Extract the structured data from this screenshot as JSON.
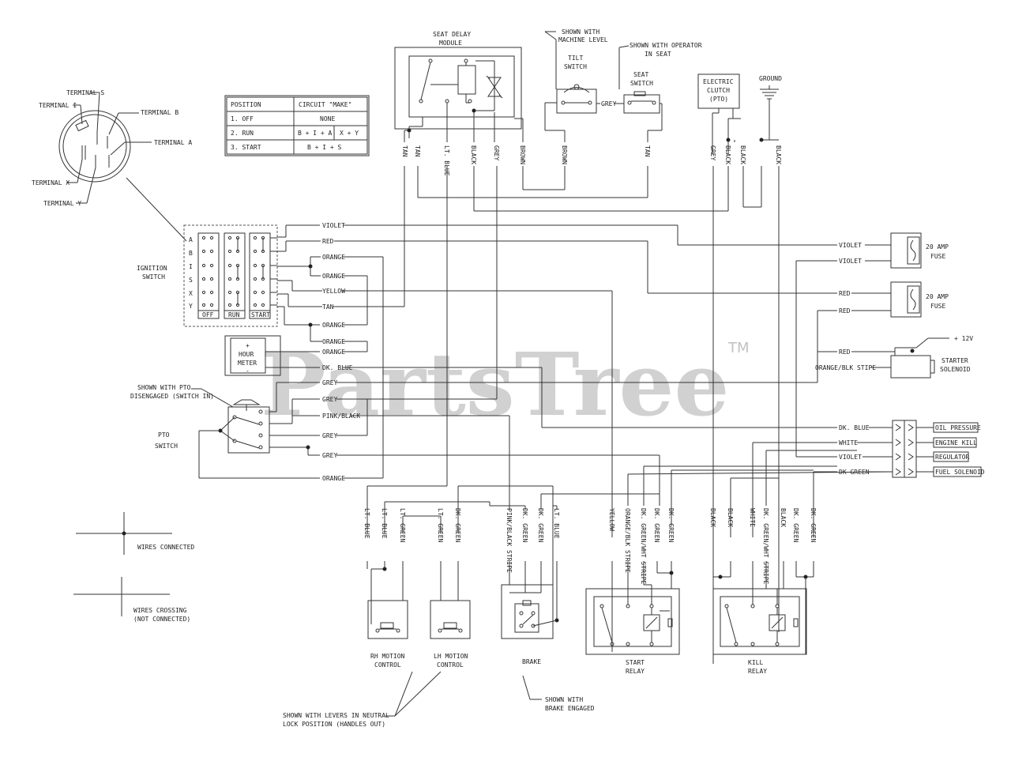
{
  "ignition_switch": {
    "label": [
      "IGNITION",
      "SWITCH"
    ],
    "terminals": [
      "TERMINAL S",
      "TERMINAL I",
      "TERMINAL B",
      "TERMINAL A",
      "TERMINAL X",
      "TERMINAL Y"
    ],
    "rows": [
      "A",
      "B",
      "I",
      "S",
      "X",
      "Y"
    ],
    "positions": [
      "OFF",
      "RUN",
      "START"
    ]
  },
  "position_table": {
    "headers": [
      "POSITION",
      "CIRCUIT \"MAKE\""
    ],
    "rows": [
      {
        "position": "1. OFF",
        "circuit": "NONE"
      },
      {
        "position": "2. RUN",
        "circuit": "B + I + A",
        "circuit2": "X + Y"
      },
      {
        "position": "3. START",
        "circuit": "B + I + S"
      }
    ]
  },
  "components": {
    "seat_delay": [
      "SEAT DELAY",
      "MODULE"
    ],
    "tilt_note": [
      "SHOWN WITH",
      "MACHINE LEVEL"
    ],
    "tilt_switch": [
      "TILT",
      "SWITCH"
    ],
    "seat_note": [
      "SHOWN WITH OPERATOR",
      "IN SEAT"
    ],
    "seat_switch": [
      "SEAT",
      "SWITCH"
    ],
    "clutch": [
      "ELECTRIC",
      "CLUTCH",
      "(PTO)"
    ],
    "ground": "GROUND",
    "hour_meter": [
      "+",
      "HOUR",
      "METER",
      "-"
    ],
    "pto_note": [
      "SHOWN WITH PTO",
      "DISENGAGED (SWITCH IN)"
    ],
    "pto_switch": [
      "PTO",
      "SWITCH"
    ],
    "fuse_label": [
      "20 AMP",
      "FUSE"
    ],
    "plus12": "+ 12V",
    "starter": [
      "STARTER",
      "SOLENOID"
    ],
    "connector_labels": [
      "OIL PRESSURE",
      "ENGINE KILL",
      "REGULATOR",
      "FUEL SOLENOID"
    ],
    "rh_motion": [
      "RH MOTION",
      "CONTROL"
    ],
    "lh_motion": [
      "LH MOTION",
      "CONTROL"
    ],
    "brake": "BRAKE",
    "brake_note": [
      "SHOWN WITH",
      "BRAKE ENGAGED"
    ],
    "start_relay": [
      "START",
      "RELAY"
    ],
    "kill_relay": [
      "KILL",
      "RELAY"
    ],
    "lever_note": [
      "SHOWN WITH LEVERS IN NEUTRAL",
      "LOCK POSITION (HANDLES OUT)"
    ]
  },
  "legend": {
    "connected": "WIRES CONNECTED",
    "crossing": [
      "WIRES CROSSING",
      "(NOT CONNECTED)"
    ]
  },
  "wires": {
    "top": [
      "TAN",
      "TAN",
      "LT. BLUE",
      "BLACK",
      "GREY",
      "BROWN",
      "BROWN",
      "TAN",
      "GREY",
      "BLACK",
      "BLACK",
      "BLACK"
    ],
    "tilt_seat": "GREY",
    "ignition_out": [
      "VIOLET",
      "RED",
      "ORANGE",
      "ORANGE",
      "YELLOW",
      "TAN",
      "ORANGE",
      "ORANGE",
      "ORANGE"
    ],
    "meter_pto": [
      "DK. BLUE",
      "GREY",
      "GREY",
      "PINK/BLACK",
      "GREY",
      "GREY",
      "ORANGE"
    ],
    "right": [
      "VIOLET",
      "VIOLET",
      "RED",
      "RED",
      "RED",
      "ORANGE/BLK STIPE",
      "DK. BLUE",
      "WHITE",
      "VIOLET",
      "DK GREEN"
    ],
    "bottom": [
      "LT. BLUE",
      "LT. BLUE",
      "LT. GREEN",
      "LT. GREEN",
      "DK. GREEN",
      "PINK/BLACK STRIPE",
      "DK. GREEN",
      "DK. GREEN",
      "LT. BLUE",
      "YELLOW",
      "ORANGE/BLK STRIPE",
      "DK. GREEN/WHT STRIPE",
      "DK. GREEN",
      "DK. GREEN",
      "BLACK",
      "BLACK",
      "WHITE",
      "DK. GREEN/WHT STRIPE",
      "BLACK",
      "DK. GREEN",
      "DK. GREEN"
    ]
  },
  "watermark": "PartsTree",
  "trademark": "TM"
}
